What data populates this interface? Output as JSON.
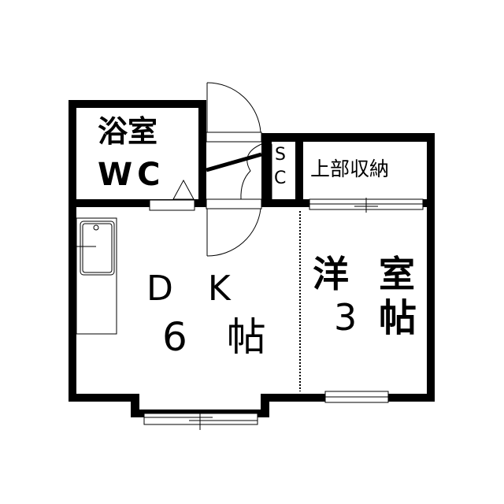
{
  "rooms": {
    "bath": {
      "line1": "浴室",
      "line2": "WC"
    },
    "sc": {
      "line1": "S",
      "line2": "C"
    },
    "storage": {
      "label": "上部収納"
    },
    "dk": {
      "name": "D　K",
      "size": "6　帖"
    },
    "western": {
      "name1": "洋",
      "name2": "室",
      "size_num": "3",
      "size_unit": "帖"
    }
  },
  "colors": {
    "wall": "#000000",
    "background": "#ffffff"
  }
}
